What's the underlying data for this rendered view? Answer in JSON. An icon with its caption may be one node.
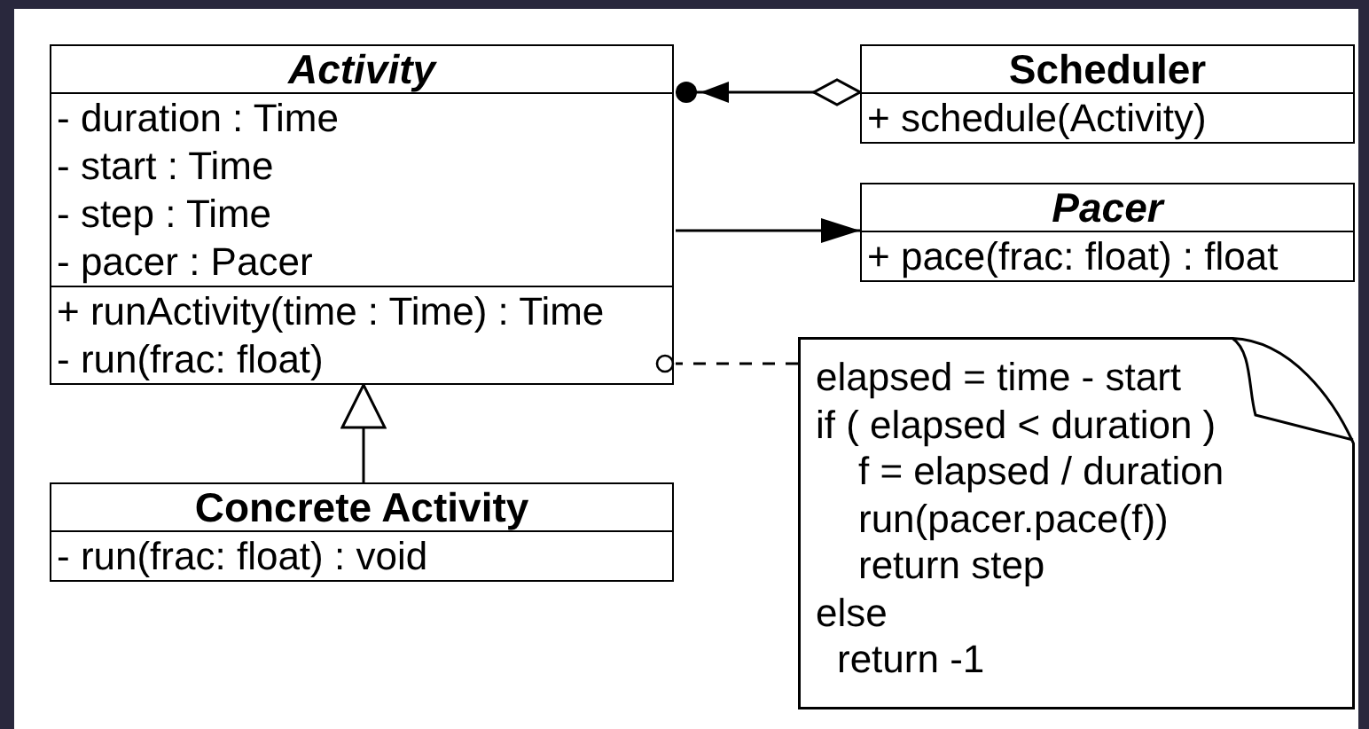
{
  "diagram": {
    "nodes": [
      {
        "text": [
          "Activity",
          "- duration : Time",
          "- start : Time",
          "- step : Time",
          "- pacer : Pacer",
          "+ runActivity(time : Time) : Time",
          "- run(frac: float)"
        ]
      },
      {
        "text": [
          "Scheduler",
          "+ schedule(Activity)"
        ]
      },
      {
        "text": [
          "Pacer",
          "+ pace(frac: float) : float"
        ]
      },
      {
        "text": [
          "Concrete Activity",
          "- run(frac: float) : void"
        ]
      },
      {
        "text": [
          "elapsed = time - start",
          "if ( elapsed < duration )",
          "f = elapsed / duration",
          "run(pacer.pace(f))",
          "return step",
          "else",
          "return -1"
        ]
      }
    ],
    "edges": [
      {
        "from": 1,
        "to": 0,
        "arrow": "to"
      },
      {
        "from": 0,
        "to": 2,
        "arrow": "to"
      },
      {
        "from": 3,
        "to": 0,
        "arrow": "to"
      },
      {
        "from": 4,
        "to": 0,
        "arrow": "other",
        "style": "dashed"
      }
    ]
  }
}
